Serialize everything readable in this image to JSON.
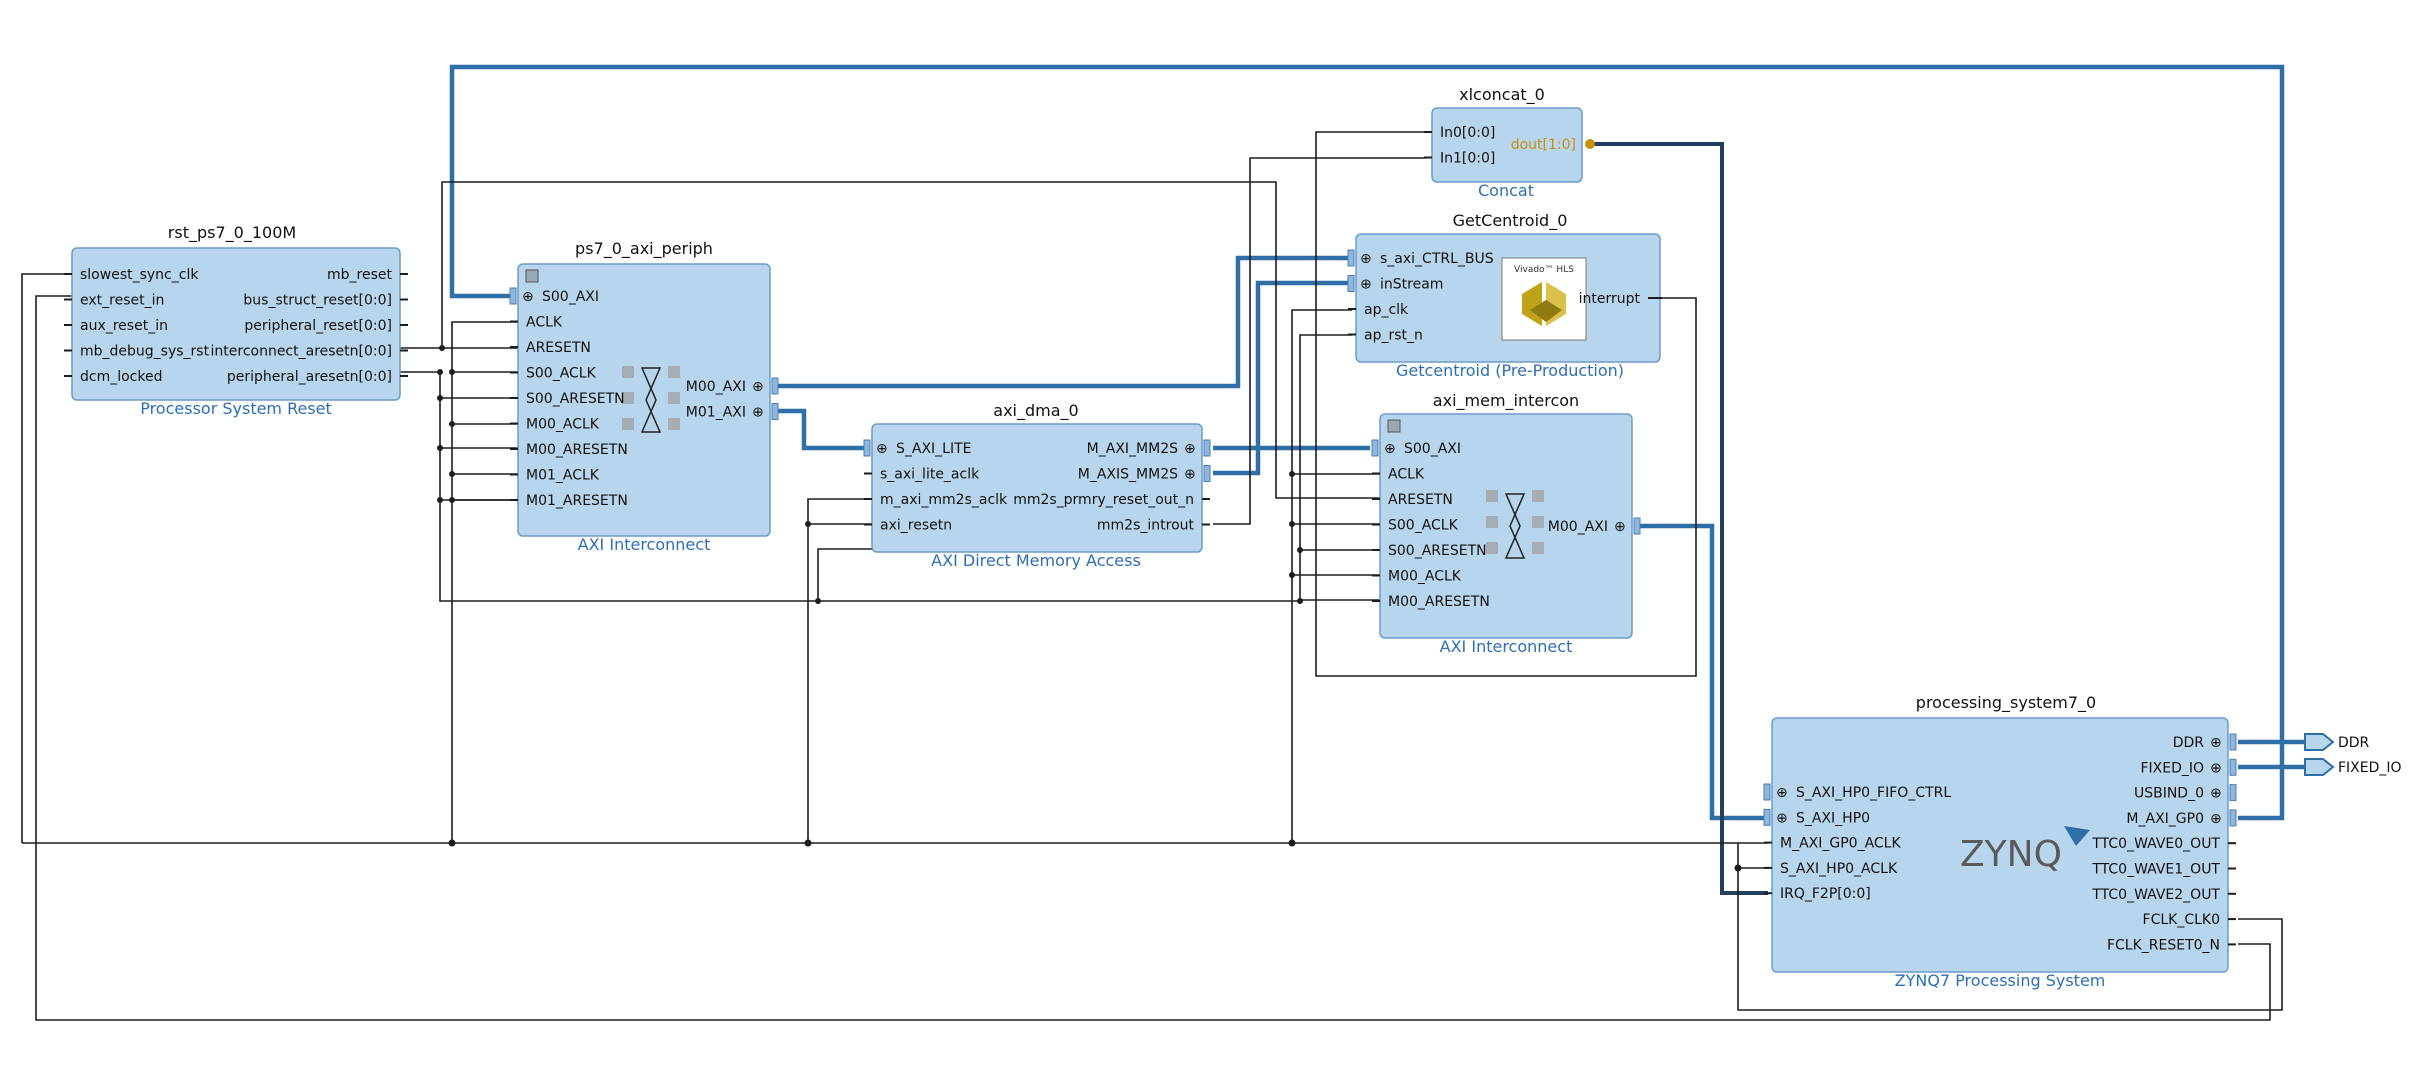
{
  "blocks": {
    "rst": {
      "name": "rst_ps7_0_100M",
      "subtitle": "Processor System Reset",
      "left_ports": [
        "slowest_sync_clk",
        "ext_reset_in",
        "aux_reset_in",
        "mb_debug_sys_rst",
        "dcm_locked"
      ],
      "right_ports": [
        "mb_reset",
        "bus_struct_reset[0:0]",
        "peripheral_reset[0:0]",
        "interconnect_aresetn[0:0]",
        "peripheral_aresetn[0:0]"
      ]
    },
    "periph": {
      "name": "ps7_0_axi_periph",
      "subtitle": "AXI Interconnect",
      "left_ports": [
        "S00_AXI",
        "ACLK",
        "ARESETN",
        "S00_ACLK",
        "S00_ARESETN",
        "M00_ACLK",
        "M00_ARESETN",
        "M01_ACLK",
        "M01_ARESETN"
      ],
      "right_ports": [
        "M00_AXI",
        "M01_AXI"
      ]
    },
    "dma": {
      "name": "axi_dma_0",
      "subtitle": "AXI Direct Memory Access",
      "left_ports": [
        "S_AXI_LITE",
        "s_axi_lite_aclk",
        "m_axi_mm2s_aclk",
        "axi_resetn"
      ],
      "right_ports": [
        "M_AXI_MM2S",
        "M_AXIS_MM2S",
        "mm2s_prmry_reset_out_n",
        "mm2s_introut"
      ]
    },
    "concat": {
      "name": "xlconcat_0",
      "subtitle": "Concat",
      "left_ports": [
        "In0[0:0]",
        "In1[0:0]"
      ],
      "right_ports": [
        "dout[1:0]"
      ]
    },
    "getc": {
      "name": "GetCentroid_0",
      "subtitle": "Getcentroid (Pre-Production)",
      "left_ports": [
        "s_axi_CTRL_BUS",
        "inStream",
        "ap_clk",
        "ap_rst_n"
      ],
      "right_ports": [
        "interrupt"
      ],
      "logo_text": "Vivado™ HLS"
    },
    "mem": {
      "name": "axi_mem_intercon",
      "subtitle": "AXI Interconnect",
      "left_ports": [
        "S00_AXI",
        "ACLK",
        "ARESETN",
        "S00_ACLK",
        "S00_ARESETN",
        "M00_ACLK",
        "M00_ARESETN"
      ],
      "right_ports": [
        "M00_AXI"
      ]
    },
    "ps7": {
      "name": "processing_system7_0",
      "subtitle": "ZYNQ7 Processing System",
      "left_ports": [
        "S_AXI_HP0_FIFO_CTRL",
        "S_AXI_HP0",
        "M_AXI_GP0_ACLK",
        "S_AXI_HP0_ACLK",
        "IRQ_F2P[0:0]"
      ],
      "right_ports": [
        "DDR",
        "FIXED_IO",
        "USBIND_0",
        "M_AXI_GP0",
        "TTC0_WAVE0_OUT",
        "TTC0_WAVE1_OUT",
        "TTC0_WAVE2_OUT",
        "FCLK_CLK0",
        "FCLK_RESET0_N"
      ],
      "logo_text": "ZYNQ"
    }
  },
  "external_ports": [
    "DDR",
    "FIXED_IO"
  ],
  "colors": {
    "block_fill": "#b8d5ee",
    "block_stroke": "#6d9cc7",
    "bus": "#2f6fa8",
    "subtitle": "#2d6fb3",
    "concat_out": "#c8900a"
  }
}
